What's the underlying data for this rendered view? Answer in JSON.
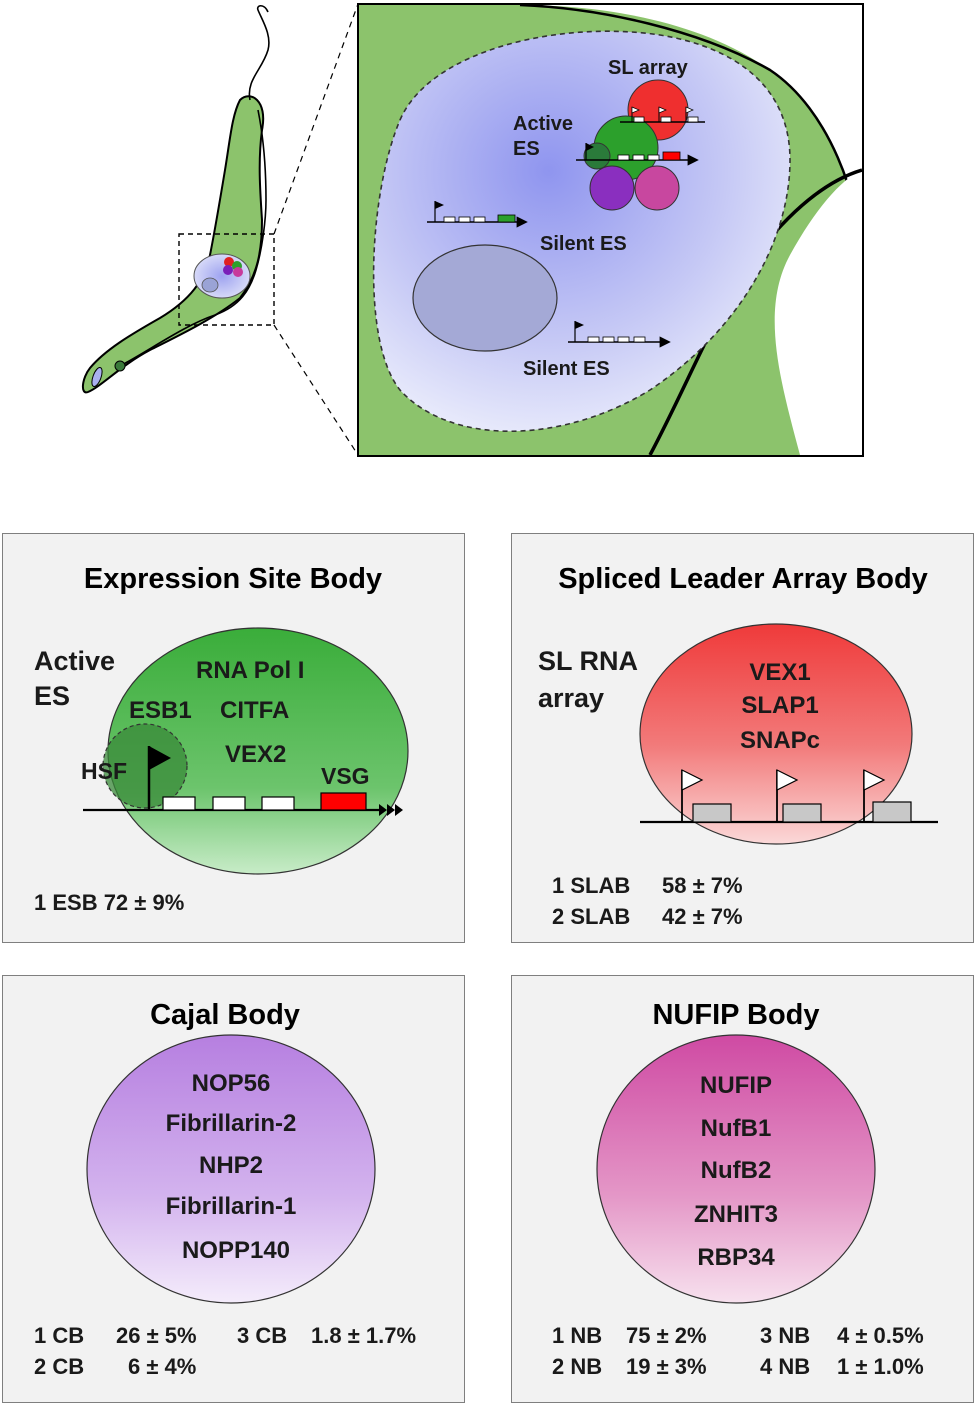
{
  "overview": {
    "sl_array": "SL array",
    "active_es_line1": "Active",
    "active_es_line2": "ES",
    "silent_es_1": "Silent ES",
    "silent_es_2": "Silent ES"
  },
  "esb": {
    "title": "Expression Site Body",
    "active_line1": "Active",
    "active_line2": "ES",
    "proteins": [
      "RNA Pol I",
      "ESB1",
      "CITFA",
      "VEX2"
    ],
    "hsf": "HSF",
    "vsg": "VSG",
    "stats": [
      "1 ESB 72 ± 9%"
    ]
  },
  "slab": {
    "title": "Spliced Leader Array Body",
    "array_line1": "SL RNA",
    "array_line2": "array",
    "proteins": [
      "VEX1",
      "SLAP1",
      "SNAPc"
    ],
    "stats": [
      {
        "label": "1 SLAB",
        "value": "58 ± 7%"
      },
      {
        "label": "2 SLAB",
        "value": "42 ± 7%"
      }
    ]
  },
  "cb": {
    "title": "Cajal Body",
    "proteins": [
      "NOP56",
      "Fibrillarin-2",
      "NHP2",
      "Fibrillarin-1",
      "NOPP140"
    ],
    "stats": [
      {
        "label": "1 CB",
        "value": "26 ± 5%"
      },
      {
        "label": "3 CB",
        "value": "1.8 ± 1.7%"
      },
      {
        "label": "2 CB",
        "value": "6 ± 4%"
      }
    ]
  },
  "nb": {
    "title": "NUFIP Body",
    "proteins": [
      "NUFIP",
      "NufB1",
      "NufB2",
      "ZNHIT3",
      "RBP34"
    ],
    "stats": [
      {
        "label": "1 NB",
        "value": "75 ± 2%"
      },
      {
        "label": "3 NB",
        "value": "4 ± 0.5%"
      },
      {
        "label": "2 NB",
        "value": "19 ± 3%"
      },
      {
        "label": "4 NB",
        "value": "1 ± 1.0%"
      }
    ]
  },
  "colors": {
    "cell_green": "#8cc36c",
    "nucleus_blue": "#b9bdf2",
    "esb_green": "#3ab03a",
    "slab_red": "#ef3a3a",
    "cb_purple": "#b67fe0",
    "nb_magenta": "#d24fa6",
    "vsg_red": "#ff0000"
  }
}
